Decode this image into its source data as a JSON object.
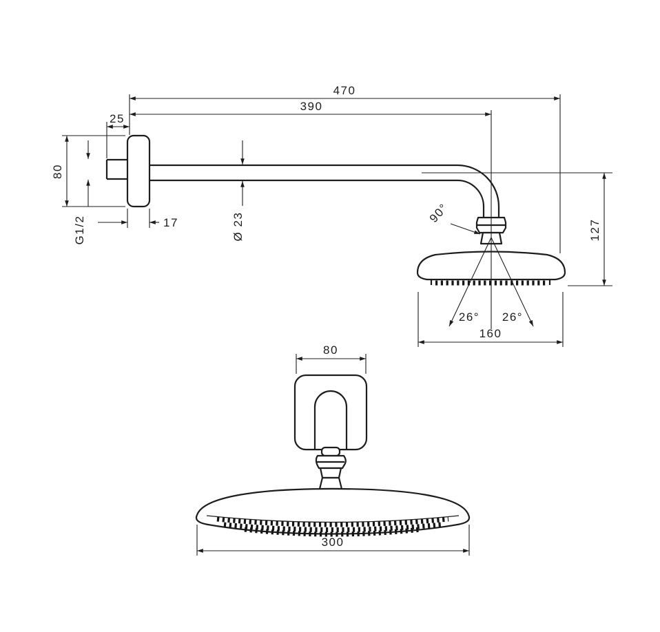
{
  "drawing": {
    "background": "#ffffff",
    "ink": "#1d1d1d",
    "description": "overhead-shower-with-arm-dimension-drawing"
  },
  "side_view": {
    "dims": {
      "overall_length": "470",
      "arm_length": "390",
      "wall_offset": "25",
      "flange_height": "80",
      "flange_depth": "17",
      "thread_size": "G1/2",
      "arm_diameter": "Ø 23",
      "bend_angle": "90°",
      "drop_height": "127",
      "spray_angle_left": "26°",
      "spray_angle_right": "26°",
      "head_width": "160"
    }
  },
  "front_view": {
    "dims": {
      "plate_width": "80",
      "head_width": "300"
    }
  }
}
